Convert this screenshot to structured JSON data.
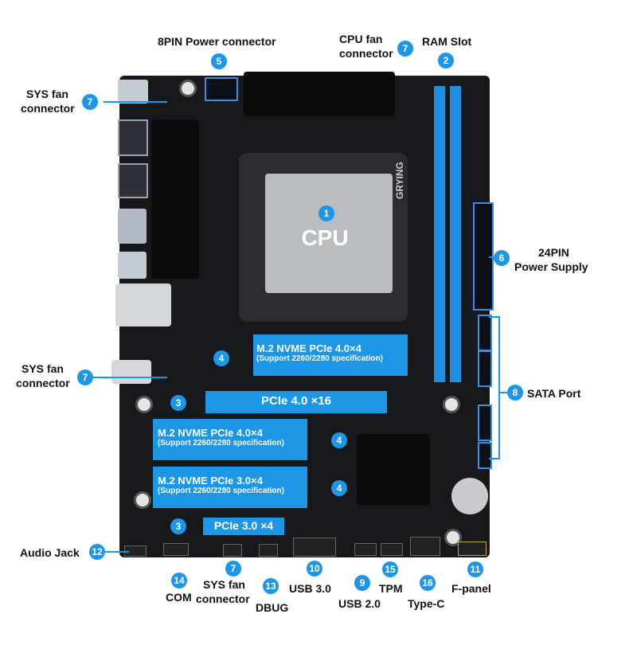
{
  "labels": {
    "power8": "8PIN Power connector",
    "cpufan_1": "CPU fan",
    "cpufan_2": "connector",
    "ramslot": "RAM Slot",
    "sysfan_top_1": "SYS fan",
    "sysfan_top_2": "connector",
    "power24_1": "24PIN",
    "power24_2": "Power Supply",
    "sysfan_mid_1": "SYS fan",
    "sysfan_mid_2": "connector",
    "sata": "SATA Port",
    "audio": "Audio Jack",
    "com": "COM",
    "sysfan_bot_1": "SYS fan",
    "sysfan_bot_2": "connector",
    "dbug": "DBUG",
    "usb30": "USB 3.0",
    "usb20": "USB 2.0",
    "tpm": "TPM",
    "typec": "Type-C",
    "fpanel": "F-panel"
  },
  "board": {
    "cpu": "CPU",
    "brand": "GRYING",
    "m2_top_title": "M.2 NVME PCIe 4.0×4",
    "m2_top_sub": "(Support 2260/2280 specification)",
    "pcie_x16": "PCIe 4.0 ×16",
    "m2_mid_title": "M.2 NVME PCIe 4.0×4",
    "m2_mid_sub": "(Support 2260/2280 specification)",
    "m2_bot_title": "M.2 NVME PCIe 3.0×4",
    "m2_bot_sub": "(Support 2260/2280 specification)",
    "pcie_x4": "PCIe 3.0 ×4"
  },
  "badges": {
    "cpu": "1",
    "ram": "2",
    "pcie_x16": "3",
    "pcie_x4": "3",
    "m2_top": "4",
    "m2_mid": "4",
    "m2_bot": "4",
    "power8": "5",
    "power24": "6",
    "cpufan": "7",
    "sysfan_top": "7",
    "sysfan_mid": "7",
    "sysfan_bot": "7",
    "sata": "8",
    "usb20": "9",
    "usb30": "10",
    "fpanel": "11",
    "audio": "12",
    "dbug": "13",
    "com": "14",
    "tpm": "15",
    "typec": "16"
  },
  "colors": {
    "accent": "#1e96e6",
    "board": "#17181c",
    "slot_blue": "#1e96e6"
  }
}
